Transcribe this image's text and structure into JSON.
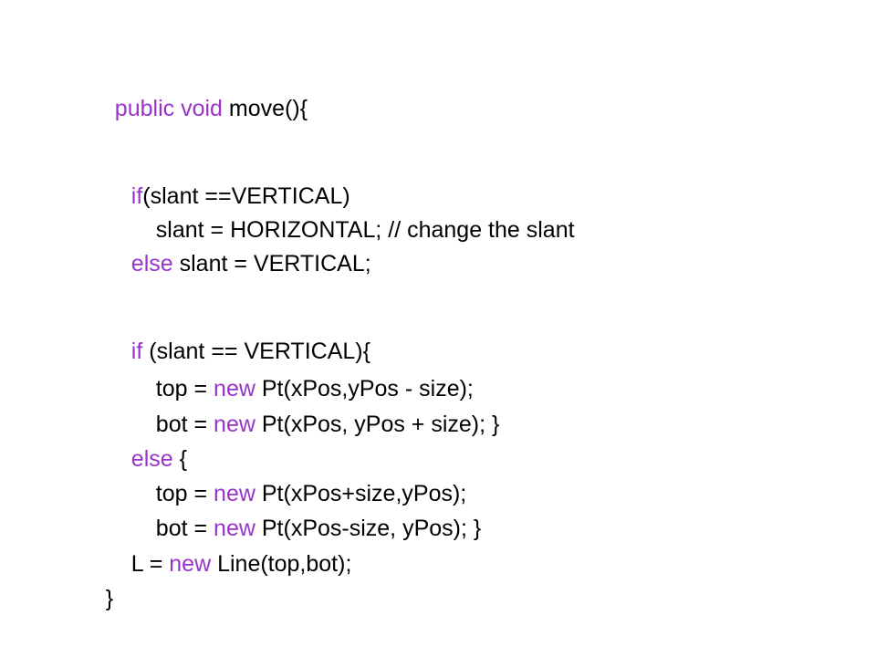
{
  "colors": {
    "keyword": "#9933cc",
    "text": "#000000",
    "background": "#ffffff"
  },
  "code": {
    "l01": {
      "kw": "public void",
      "text": " move(){"
    },
    "l02": {
      "kw": "if",
      "text": "(slant ==VERTICAL)"
    },
    "l03": {
      "text": "slant = HORIZONTAL; // change the slant"
    },
    "l04": {
      "kw": "else",
      "text": " slant = VERTICAL;"
    },
    "l05": {
      "kw": "if",
      "text": " (slant == VERTICAL){"
    },
    "l06": {
      "pre": "top = ",
      "kw": "new",
      "text": " Pt(xPos,yPos - size);"
    },
    "l07": {
      "pre": "bot = ",
      "kw": "new",
      "text": " Pt(xPos, yPos + size); }"
    },
    "l08": {
      "kw": "else",
      "text": " {"
    },
    "l09": {
      "pre": "top = ",
      "kw": "new",
      "text": " Pt(xPos+size,yPos);"
    },
    "l10": {
      "pre": "bot = ",
      "kw": "new",
      "text": " Pt(xPos-size, yPos); }"
    },
    "l11": {
      "pre": "L = ",
      "kw": "new",
      "text": " Line(top,bot);"
    },
    "l12": {
      "text": "}"
    }
  }
}
